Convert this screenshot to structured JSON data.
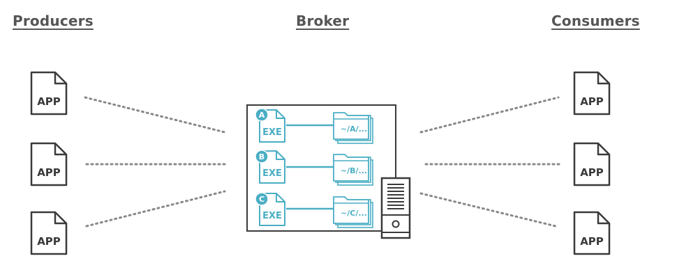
{
  "headings": {
    "producers": "Producers",
    "broker": "Broker",
    "consumers": "Consumers"
  },
  "producers": [
    {
      "label": "APP",
      "icon": "document-icon"
    },
    {
      "label": "APP",
      "icon": "document-icon"
    },
    {
      "label": "APP",
      "icon": "document-icon"
    }
  ],
  "consumers": [
    {
      "label": "APP",
      "icon": "document-icon"
    },
    {
      "label": "APP",
      "icon": "document-icon"
    },
    {
      "label": "APP",
      "icon": "document-icon"
    }
  ],
  "broker": {
    "queues": [
      {
        "badge": "A",
        "exe": "EXE",
        "path": "~/A/..."
      },
      {
        "badge": "B",
        "exe": "EXE",
        "path": "~/B/..."
      },
      {
        "badge": "C",
        "exe": "EXE",
        "path": "~/C/..."
      }
    ],
    "server_icon": "server-icon"
  },
  "colors": {
    "accent": "#4aaec4",
    "line": "#3a3a3a",
    "heading": "#555555",
    "dots": "#888888"
  }
}
